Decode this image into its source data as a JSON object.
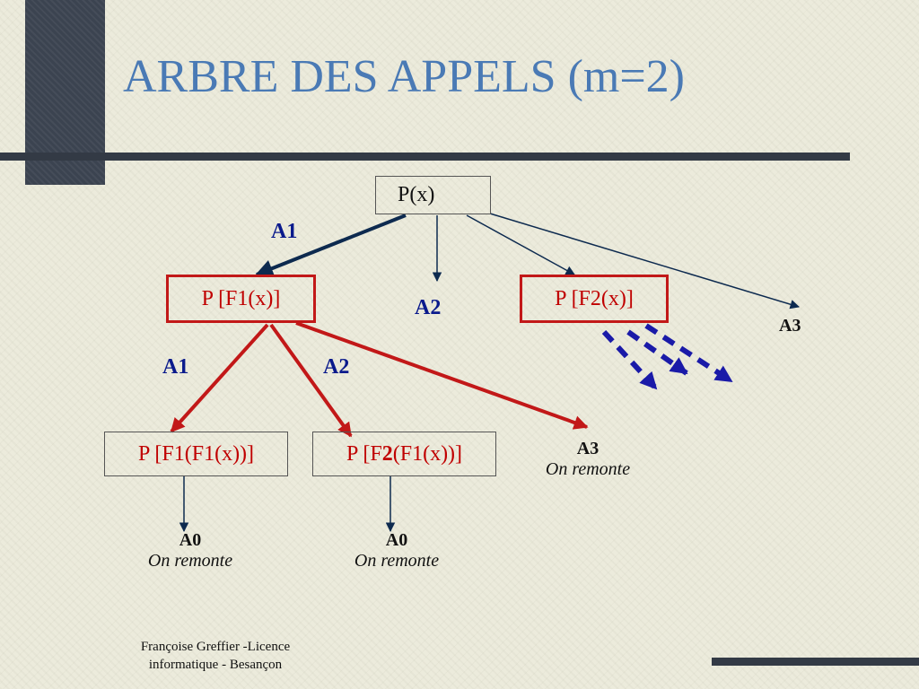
{
  "title": "ARBRE DES APPELS (m=2)",
  "nodes": {
    "root": "P(x)",
    "f1": "P [F1(x)]",
    "f2": "P [F2(x)]",
    "f1f1": "P [F1(F1(x))]",
    "f2f1_prefix": "P [F",
    "f2f1_bold": "2",
    "f2f1_suffix": "(F1(x))]"
  },
  "edge_labels": {
    "root_a1": "A1",
    "root_a2": "A2",
    "root_a3": "A3",
    "f1_a1": "A1",
    "f1_a2": "A2",
    "f1_a3": "A3",
    "f1f1_a0": "A0",
    "f2f1_a0": "A0"
  },
  "notes": {
    "f1_a3_note": "On remonte",
    "f1f1_note": "On remonte",
    "f2f1_note": "On remonte"
  },
  "footer": {
    "line1": "Françoise Greffier  -Licence",
    "line2": "informatique - Besançon"
  },
  "colors": {
    "title": "#4a7ab5",
    "node_text": "#c00000",
    "node_border": "#c21818",
    "navy_edge": "#0d2a4f",
    "red_edge": "#c21818",
    "label_blue": "#0a1a8c",
    "dash_blue": "#1a1aa8",
    "decoration": "#333a45"
  }
}
